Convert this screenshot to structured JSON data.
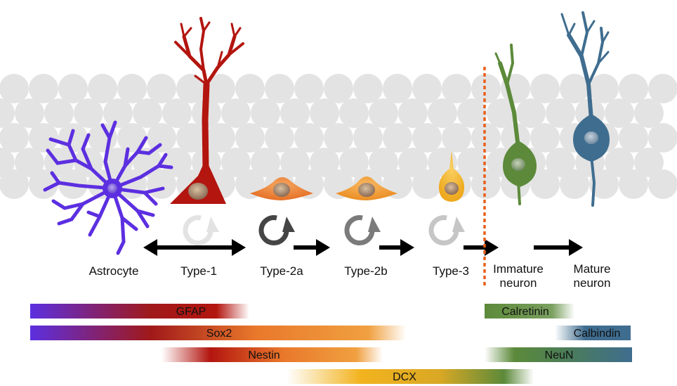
{
  "stages": [
    {
      "key": "astrocyte",
      "label": "Astrocyte",
      "color": "#5c2fe0"
    },
    {
      "key": "type1",
      "label": "Type-1",
      "color": "#b3150f"
    },
    {
      "key": "type2a",
      "label": "Type-2a",
      "color": "#e9782b"
    },
    {
      "key": "type2b",
      "label": "Type-2b",
      "color": "#eb9122"
    },
    {
      "key": "type3",
      "label": "Type-3",
      "color": "#f2b31e"
    },
    {
      "key": "immature",
      "label_line1": "Immature",
      "label_line2": "neuron",
      "color": "#5c8a3a"
    },
    {
      "key": "mature",
      "label_line1": "Mature",
      "label_line2": "neuron",
      "color": "#3f6d8f"
    }
  ],
  "markers": [
    {
      "key": "gfap",
      "label": "GFAP"
    },
    {
      "key": "sox2",
      "label": "Sox2"
    },
    {
      "key": "nestin",
      "label": "Nestin"
    },
    {
      "key": "dcx",
      "label": "DCX"
    },
    {
      "key": "calretinin",
      "label": "Calretinin"
    },
    {
      "key": "calbindin",
      "label": "Calbindin"
    },
    {
      "key": "neun",
      "label": "NeuN"
    }
  ],
  "colors": {
    "background_circles": "#e3e3e3",
    "divider": "#e8601c",
    "arrow": "#000000",
    "astrocyte": "#5c2fe0",
    "type1": "#b3150f",
    "orange": "#e9782b",
    "yellow": "#f2b31e",
    "green": "#5c8a3a",
    "blue": "#3f6d8f"
  }
}
